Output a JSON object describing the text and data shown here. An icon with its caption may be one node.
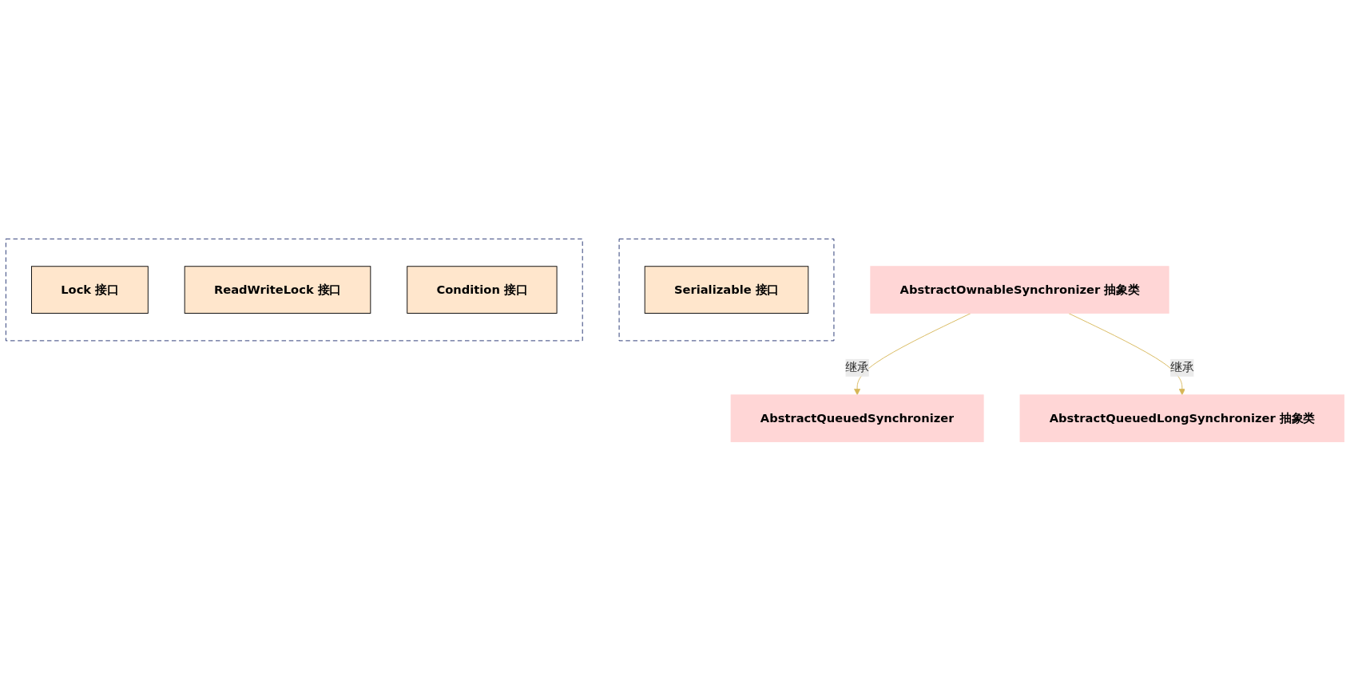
{
  "diagram": {
    "nodes": [
      {
        "text": [],
        "shape": "box"
      },
      {
        "text": [
          "Serializable 接口"
        ],
        "in": 0
      },
      {
        "text": [
          "AbstractOwnableSynchronizer 抽象类"
        ]
      },
      {
        "text": [
          "AbstractQueuedSynchronizer"
        ]
      },
      {
        "text": [
          "AbstractQueuedLongSynchronizer 抽象类"
        ]
      },
      {
        "text": [],
        "shape": "box"
      },
      {
        "text": [
          "Lock 接口"
        ],
        "in": 5
      },
      {
        "text": [
          "ReadWriteLock 接口"
        ],
        "in": 5
      },
      {
        "text": [
          "Condition 接口"
        ],
        "in": 5
      }
    ],
    "edges": [
      {
        "from": 2,
        "to": 3,
        "arrow": "to",
        "label": "继承"
      },
      {
        "from": 2,
        "to": 4,
        "arrow": "to",
        "label": "继承"
      }
    ]
  }
}
